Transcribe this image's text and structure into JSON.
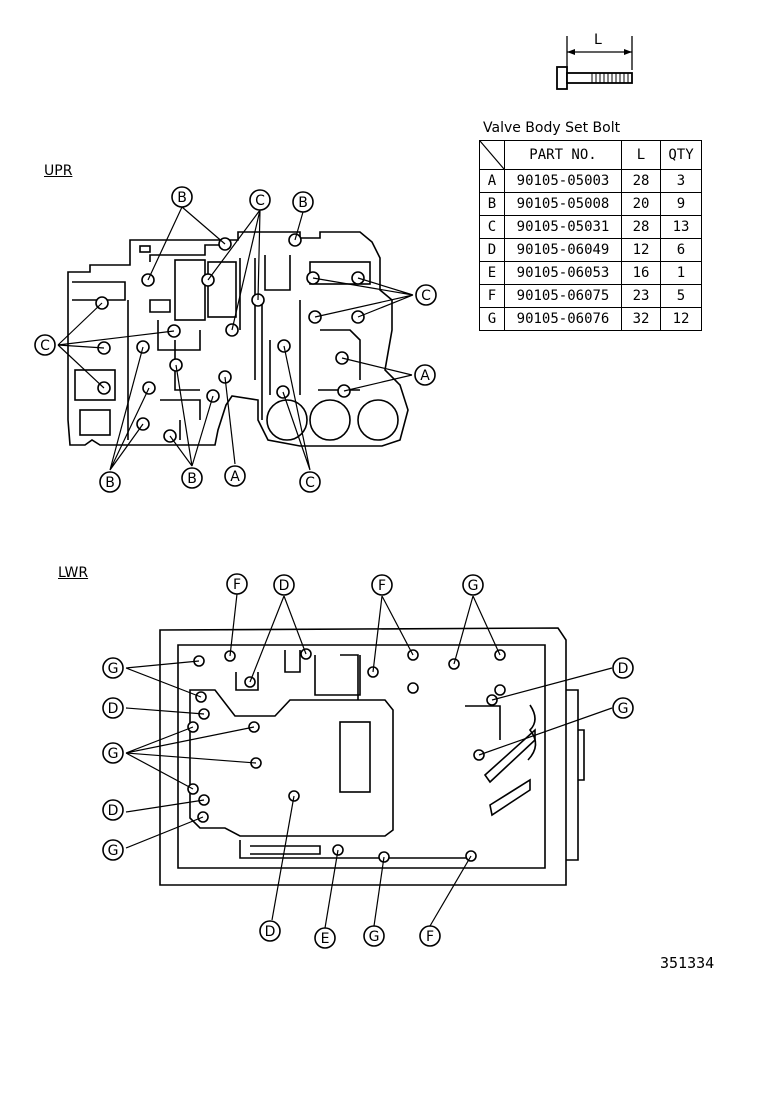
{
  "dimension_label": "L",
  "table": {
    "title": "Valve Body Set Bolt",
    "headers": {
      "part_no": "PART NO.",
      "length": "L",
      "qty": "QTY"
    },
    "rows": [
      {
        "key": "A",
        "part_no": "90105-05003",
        "length": "28",
        "qty": "3"
      },
      {
        "key": "B",
        "part_no": "90105-05008",
        "length": "20",
        "qty": "9"
      },
      {
        "key": "C",
        "part_no": "90105-05031",
        "length": "28",
        "qty": "13"
      },
      {
        "key": "D",
        "part_no": "90105-06049",
        "length": "12",
        "qty": "6"
      },
      {
        "key": "E",
        "part_no": "90105-06053",
        "length": "16",
        "qty": "1"
      },
      {
        "key": "F",
        "part_no": "90105-06075",
        "length": "23",
        "qty": "5"
      },
      {
        "key": "G",
        "part_no": "90105-06076",
        "length": "32",
        "qty": "12"
      }
    ]
  },
  "upper": {
    "label": "UPR",
    "callouts": [
      "B",
      "C",
      "B",
      "C",
      "C",
      "A",
      "B",
      "B",
      "A",
      "C"
    ]
  },
  "lower": {
    "label": "LWR",
    "callouts": [
      "F",
      "D",
      "F",
      "G",
      "G",
      "D",
      "G",
      "D",
      "G",
      "D",
      "G",
      "D",
      "E",
      "G",
      "F"
    ]
  },
  "figure_number": "351334"
}
